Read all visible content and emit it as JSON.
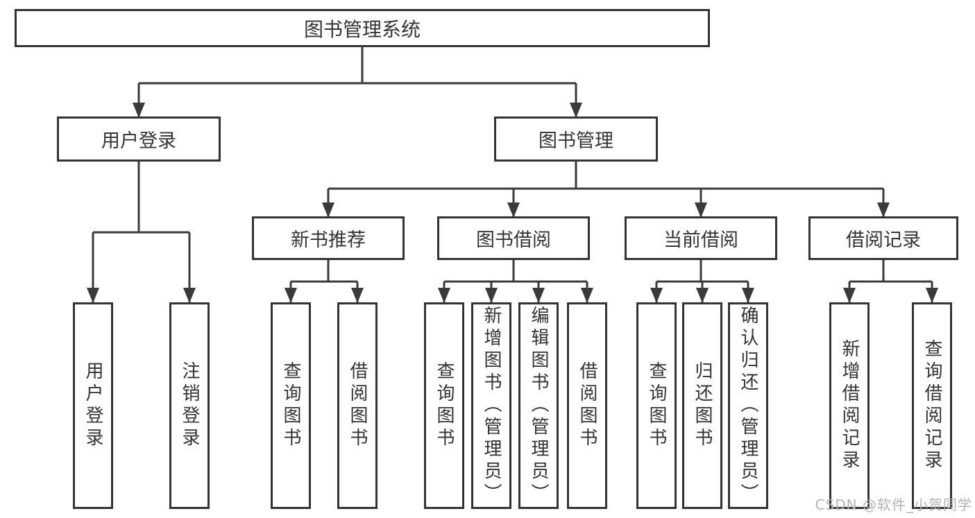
{
  "tree": {
    "label": "图书管理系统",
    "children": [
      {
        "label": "用户登录",
        "children": [
          {
            "label": "用户登录"
          },
          {
            "label": "注销登录"
          }
        ]
      },
      {
        "label": "图书管理",
        "children": [
          {
            "label": "新书推荐",
            "children": [
              {
                "label": "查询图书"
              },
              {
                "label": "借阅图书"
              }
            ]
          },
          {
            "label": "图书借阅",
            "children": [
              {
                "label": "查询图书"
              },
              {
                "label": "新增图书（管理员）"
              },
              {
                "label": "编辑图书（管理员）"
              },
              {
                "label": "借阅图书"
              }
            ]
          },
          {
            "label": "当前借阅",
            "children": [
              {
                "label": "查询图书"
              },
              {
                "label": "归还图书"
              },
              {
                "label": "确认归还（管理员）"
              }
            ]
          },
          {
            "label": "借阅记录",
            "children": [
              {
                "label": "新增借阅记录"
              },
              {
                "label": "查询借阅记录"
              }
            ]
          }
        ]
      }
    ]
  },
  "watermark": {
    "text": "CSDN @软件_小贺同学"
  },
  "colors": {
    "line": "#3a3a3a",
    "box_border": "#333333",
    "box_bg": "#ffffff",
    "text": "#333333",
    "watermark": "#b3b3b3"
  }
}
